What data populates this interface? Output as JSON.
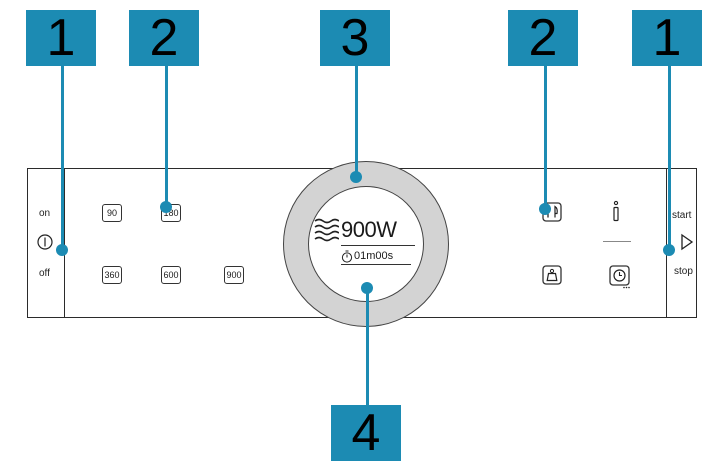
{
  "callouts": [
    {
      "label": "1"
    },
    {
      "label": "2"
    },
    {
      "label": "3"
    },
    {
      "label": "2"
    },
    {
      "label": "1"
    },
    {
      "label": "4"
    }
  ],
  "left_controls": {
    "on_label": "on",
    "off_label": "off"
  },
  "right_controls": {
    "start_label": "start",
    "stop_label": "stop"
  },
  "power_buttons": [
    "90",
    "180",
    "360",
    "600",
    "900"
  ],
  "display": {
    "power": "900W",
    "time": "01m00s"
  },
  "icons": {
    "power_toggle": "power-icon",
    "microwave": "microwave-waves-icon",
    "timer": "stopwatch-icon",
    "cutlery": "cutlery-icon",
    "info": "info-icon",
    "weight": "weight-icon",
    "clock": "clock-icon",
    "start": "play-icon"
  },
  "colors": {
    "accent": "#1c8bb3",
    "ring": "#d3d3d3",
    "outline": "#2b2b2b"
  }
}
